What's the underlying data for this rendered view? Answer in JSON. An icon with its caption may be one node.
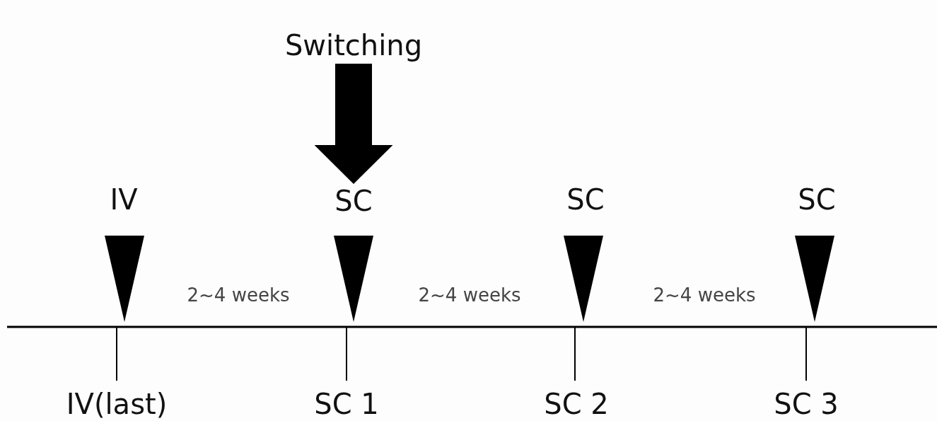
{
  "diagram": {
    "nodes": [
      {
        "text": [
          "Switching"
        ]
      },
      {
        "text": [
          "SC"
        ]
      }
    ],
    "edges": [
      {
        "from": 0,
        "to": 1,
        "arrow": "to"
      }
    ],
    "labels": [
      "IV",
      "SC",
      "SC",
      "2~4 weeks",
      "2~4 weeks",
      "2~4 weeks",
      "IV(last)",
      "SC 1",
      "SC 2",
      "SC 3"
    ]
  }
}
